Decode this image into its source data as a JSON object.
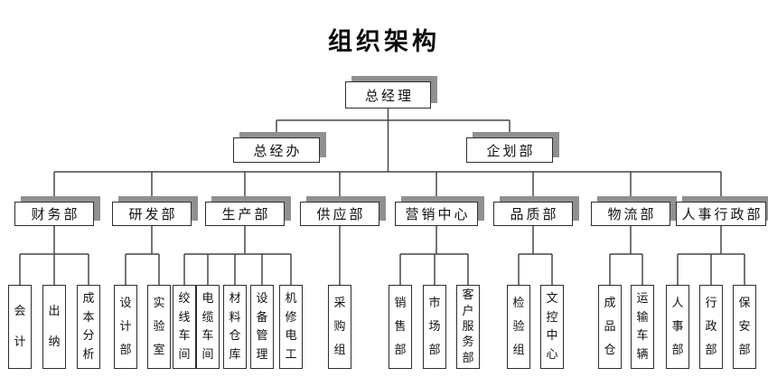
{
  "title": "组织架构",
  "org": {
    "root": {
      "label": "总经理"
    },
    "staff": [
      {
        "label": "总经办"
      },
      {
        "label": "企划部"
      }
    ],
    "departments": [
      {
        "label": "财务部",
        "children": [
          "会计",
          "出纳",
          "成本分析"
        ]
      },
      {
        "label": "研发部",
        "children": [
          "设计部",
          "实验室"
        ]
      },
      {
        "label": "生产部",
        "children": [
          "绞线车间",
          "电缆车间",
          "材料仓库",
          "设备管理",
          "机修电工"
        ]
      },
      {
        "label": "供应部",
        "children": [
          "采购组"
        ]
      },
      {
        "label": "营销中心",
        "children": [
          "销售部",
          "市场部",
          "客户服务部"
        ]
      },
      {
        "label": "品质部",
        "children": [
          "检验组",
          "文控中心"
        ]
      },
      {
        "label": "物流部",
        "children": [
          "成品仓",
          "运输车辆"
        ]
      },
      {
        "label": "人事行政部",
        "children": [
          "人事部",
          "行政部",
          "保安部"
        ]
      }
    ]
  },
  "colors": {
    "background": "#ffffff",
    "box_border": "#2e2e2e",
    "box_shadow": "#909090",
    "connector": "#474747",
    "text": "#111111"
  }
}
